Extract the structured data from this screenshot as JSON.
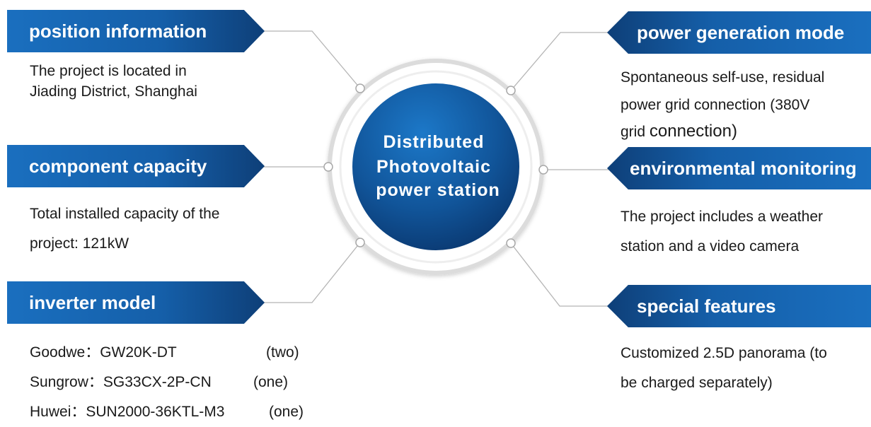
{
  "center": {
    "title_lines": [
      "Distributed",
      "Photovoltaic",
      "power station"
    ]
  },
  "panels": {
    "position": {
      "title": "position information",
      "lines": [
        "The project is located in",
        "Jiading District, Shanghai"
      ]
    },
    "capacity": {
      "title": "component capacity",
      "lines": [
        "Total installed capacity of the",
        "project: 121kW"
      ]
    },
    "inverter": {
      "title": "inverter model",
      "rows": [
        {
          "model": "Goodwe：GW20K-DT",
          "qty": "(two)"
        },
        {
          "model": "Sungrow：SG33CX-2P-CN",
          "qty": "(one)"
        },
        {
          "model": "Huwei：SUN2000-36KTL-M3",
          "qty": "(one)"
        }
      ]
    },
    "generation": {
      "title": "power generation mode",
      "lines": [
        "Spontaneous self-use, residual",
        "power grid connection (380V",
        "grid"
      ],
      "line3_rest": "connection)"
    },
    "monitoring": {
      "title": "environmental monitoring",
      "lines": [
        "The project includes a weather",
        "station and a video camera"
      ]
    },
    "features": {
      "title": "special features",
      "lines": [
        "Customized 2.5D panorama (to",
        "be charged separately)"
      ]
    }
  },
  "colors": {
    "banner_dark": "#0e3f78",
    "banner_light": "#1a6fbf",
    "connector": "#b5b5b5",
    "ring": "#d9d9d9"
  }
}
